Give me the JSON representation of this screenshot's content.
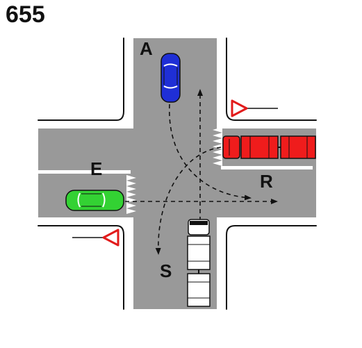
{
  "figure_number": "655",
  "labels": {
    "a": "A",
    "e": "E",
    "r": "R",
    "s": "S"
  },
  "colors": {
    "road": "#999999",
    "curb": "#ffffff",
    "edge": "#111111",
    "vehicle_a": "#1f2fd6",
    "vehicle_e": "#33d233",
    "vehicle_r": "#ef1c1c",
    "vehicle_s": "#ffffff",
    "yield_sign": "#e21b1b"
  },
  "icons": [
    "car-a-icon",
    "car-e-icon",
    "truck-r-icon",
    "truck-s-icon",
    "yield-sign-icon"
  ]
}
